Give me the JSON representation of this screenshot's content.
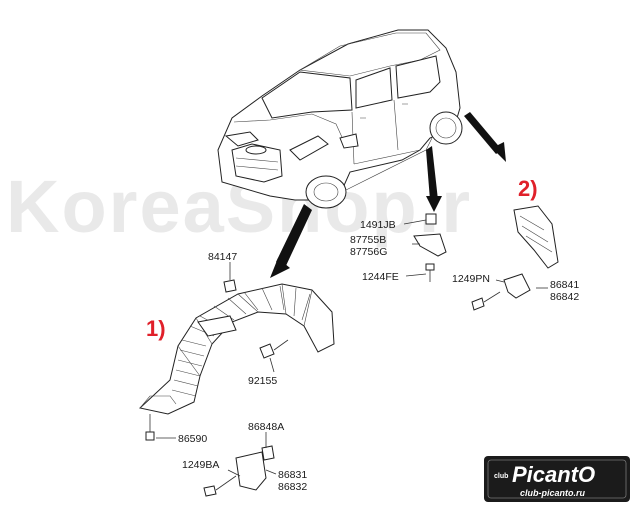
{
  "watermark": "KoreaShop.r",
  "callouts": {
    "one": "1)",
    "two": "2)"
  },
  "labels": {
    "p84147": "84147",
    "p1491JB": "1491JB",
    "p87755B": "87755B",
    "p87756G": "87756G",
    "p1244FE": "1244FE",
    "p1249PN": "1249PN",
    "p86841": "86841",
    "p86842": "86842",
    "p92155": "92155",
    "p86590": "86590",
    "p86848A": "86848A",
    "p1249BA": "1249BA",
    "p86831": "86831",
    "p86832": "86832"
  },
  "logo": {
    "brand": "PicantO",
    "club": "club",
    "site": "club-picanto.ru"
  }
}
